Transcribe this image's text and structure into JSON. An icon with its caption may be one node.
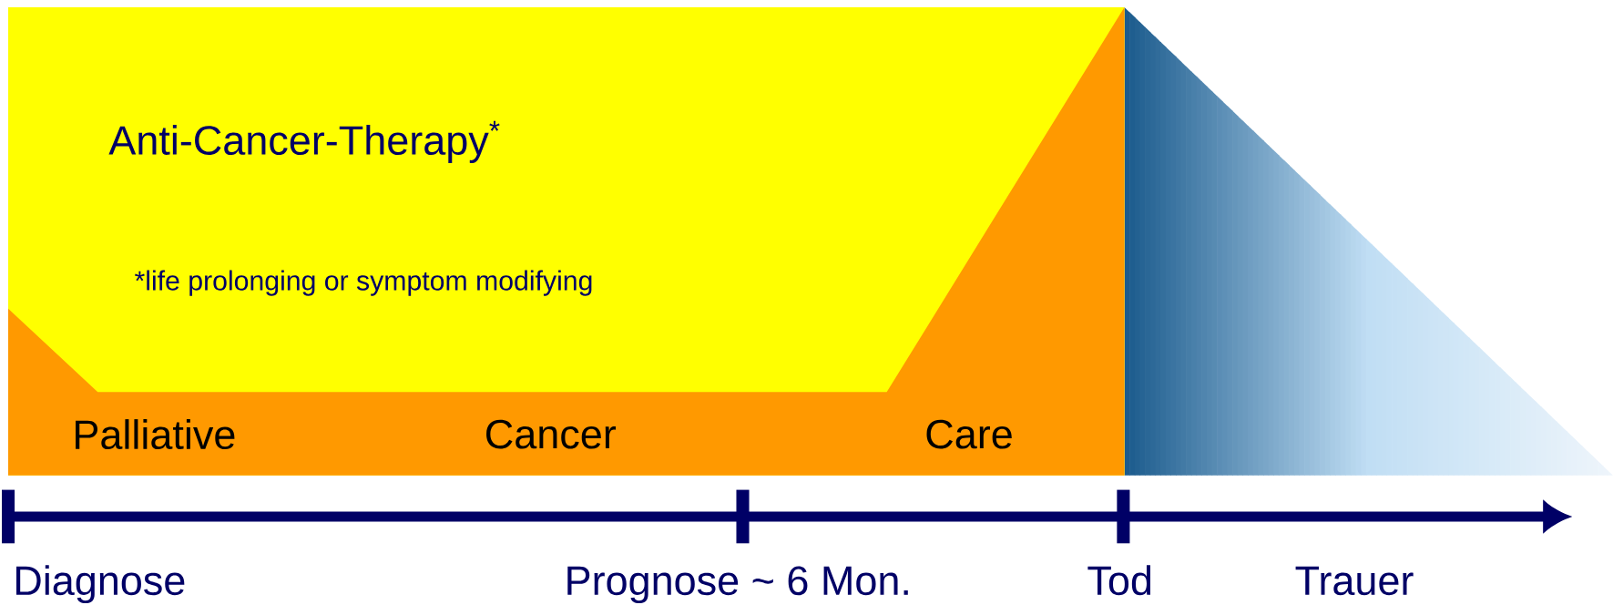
{
  "diagram": {
    "nodes": [
      {
        "text": [
          "Anti-Cancer-Therapy$^{*}$",
          "*life prolonging or symptom modifying"
        ]
      },
      {
        "text": [
          "Palliative",
          "Cancer",
          "Care"
        ],
        "in": 0
      }
    ],
    "labels": [
      "Diagnose",
      "Prognose ~ 6 Mon.",
      "Tod",
      "Trauer"
    ]
  }
}
